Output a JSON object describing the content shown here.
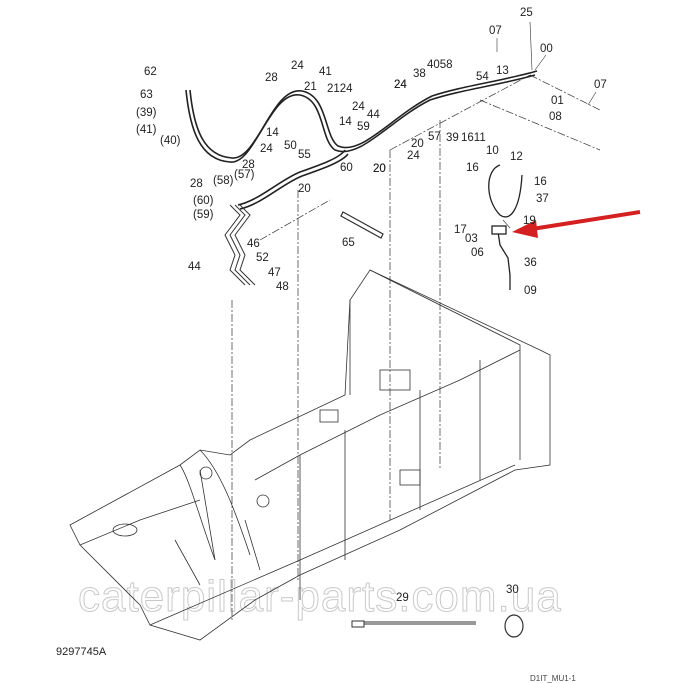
{
  "diagram": {
    "title": "Frame hydraulic lines exploded parts view",
    "document_id": "9297745A",
    "page_ref": "D1IT_MU1-1",
    "watermark": "caterpillar-parts.com.ua",
    "highlight_arrow": {
      "color": "#d42020",
      "points_to": "03"
    },
    "callouts": [
      {
        "id": "c-25",
        "text": "25"
      },
      {
        "id": "c-07a",
        "text": "07"
      },
      {
        "id": "c-00",
        "text": "00"
      },
      {
        "id": "c-07b",
        "text": "07"
      },
      {
        "id": "c-01",
        "text": "01"
      },
      {
        "id": "c-08",
        "text": "08"
      },
      {
        "id": "c-54",
        "text": "54"
      },
      {
        "id": "c-13",
        "text": "13"
      },
      {
        "id": "c-62",
        "text": "62"
      },
      {
        "id": "c-63",
        "text": "63"
      },
      {
        "id": "c-39p",
        "text": "(39)"
      },
      {
        "id": "c-41p",
        "text": "(41)"
      },
      {
        "id": "c-40p",
        "text": "(40)"
      },
      {
        "id": "c-28a",
        "text": "28"
      },
      {
        "id": "c-24a",
        "text": "24"
      },
      {
        "id": "c-41",
        "text": "41"
      },
      {
        "id": "c-21",
        "text": "21"
      },
      {
        "id": "c-2124",
        "text": "2124"
      },
      {
        "id": "c-24b",
        "text": "24"
      },
      {
        "id": "c-44a",
        "text": "44"
      },
      {
        "id": "c-59",
        "text": "59"
      },
      {
        "id": "c-14a",
        "text": "14"
      },
      {
        "id": "c-14b",
        "text": "14"
      },
      {
        "id": "c-50",
        "text": "50"
      },
      {
        "id": "c-55",
        "text": "55"
      },
      {
        "id": "c-60",
        "text": "60"
      },
      {
        "id": "c-20a",
        "text": "20"
      },
      {
        "id": "c-24c",
        "text": "24"
      },
      {
        "id": "c-38",
        "text": "38"
      },
      {
        "id": "c-4058",
        "text": "4058"
      },
      {
        "id": "c-24d",
        "text": "24"
      },
      {
        "id": "c-20b",
        "text": "20"
      },
      {
        "id": "c-24e",
        "text": "24"
      },
      {
        "id": "c-57",
        "text": "57"
      },
      {
        "id": "c-39",
        "text": "39"
      },
      {
        "id": "c-1611",
        "text": "1611"
      },
      {
        "id": "c-28b",
        "text": "28"
      },
      {
        "id": "c-28c",
        "text": "28"
      },
      {
        "id": "c-24f",
        "text": "24"
      },
      {
        "id": "c-58p",
        "text": "(58)"
      },
      {
        "id": "c-57p",
        "text": "(57)"
      },
      {
        "id": "c-20c",
        "text": "20"
      },
      {
        "id": "c-60p",
        "text": "(60)"
      },
      {
        "id": "c-59p",
        "text": "(59)"
      },
      {
        "id": "c-20d",
        "text": "20"
      },
      {
        "id": "c-46",
        "text": "46"
      },
      {
        "id": "c-44b",
        "text": "44"
      },
      {
        "id": "c-52",
        "text": "52"
      },
      {
        "id": "c-47",
        "text": "47"
      },
      {
        "id": "c-48",
        "text": "48"
      },
      {
        "id": "c-65",
        "text": "65"
      },
      {
        "id": "c-10",
        "text": "10"
      },
      {
        "id": "c-12",
        "text": "12"
      },
      {
        "id": "c-16a",
        "text": "16"
      },
      {
        "id": "c-16b",
        "text": "16"
      },
      {
        "id": "c-37",
        "text": "37"
      },
      {
        "id": "c-19",
        "text": "19"
      },
      {
        "id": "c-17",
        "text": "17"
      },
      {
        "id": "c-03",
        "text": "03"
      },
      {
        "id": "c-06",
        "text": "06"
      },
      {
        "id": "c-36",
        "text": "36"
      },
      {
        "id": "c-09",
        "text": "09"
      },
      {
        "id": "c-29",
        "text": "29"
      },
      {
        "id": "c-30",
        "text": "30"
      }
    ]
  }
}
